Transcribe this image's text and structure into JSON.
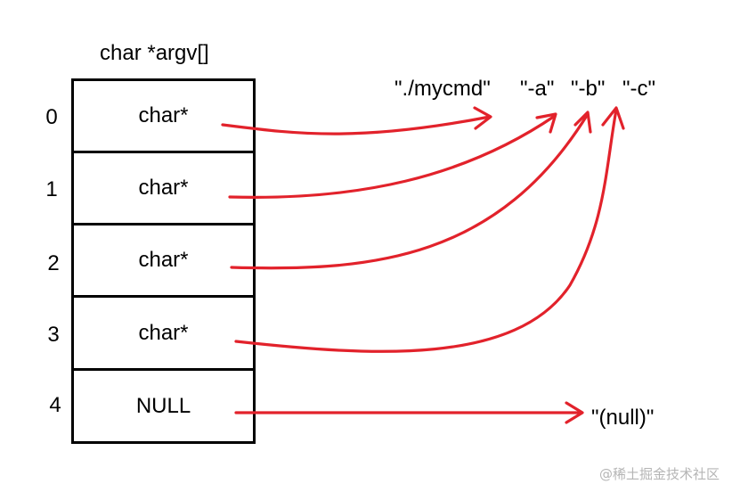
{
  "title": "char *argv[]",
  "rows": [
    {
      "index": "0",
      "value": "char*"
    },
    {
      "index": "1",
      "value": "char*"
    },
    {
      "index": "2",
      "value": "char*"
    },
    {
      "index": "3",
      "value": "char*"
    },
    {
      "index": "4",
      "value": "NULL"
    }
  ],
  "targets": {
    "mycmd": "\"./mycmd\"",
    "a": "\"-a\"",
    "b": "\"-b\"",
    "c": "\"-c\"",
    "null": "\"(null)\""
  },
  "watermark": "@稀土掘金技术社区",
  "colors": {
    "arrow": "#e2222b",
    "border": "#000000",
    "watermark": "#b5b5b5"
  }
}
